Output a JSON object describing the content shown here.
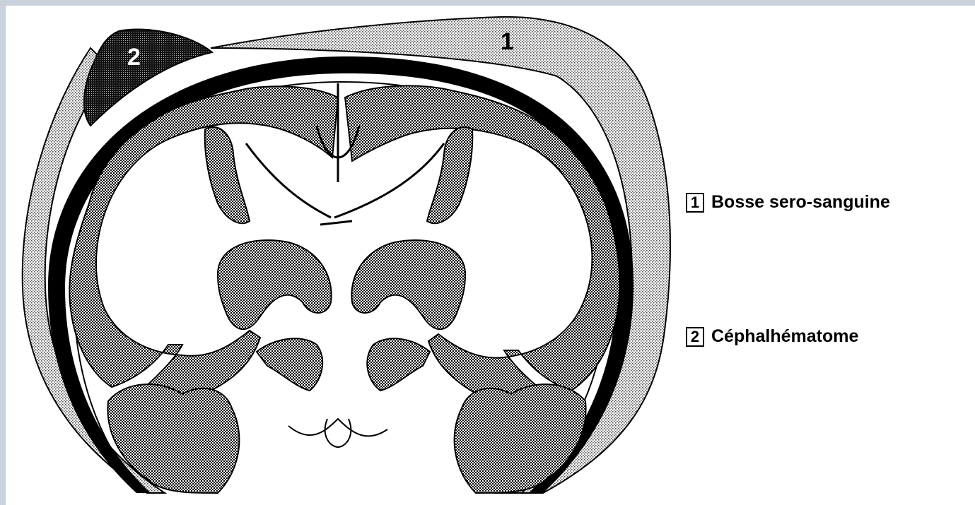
{
  "markers": {
    "one": "1",
    "two": "2"
  },
  "legend": [
    {
      "number": "1",
      "label": "Bosse sero-sanguine"
    },
    {
      "number": "2",
      "label": "Céphalhématome"
    }
  ],
  "colors": {
    "background": "#c9d1da",
    "outline": "#000000",
    "brain_tissue": "#7a7a7a",
    "swelling_fill": "#dcdcdc",
    "hematoma_fill": "#262626"
  }
}
